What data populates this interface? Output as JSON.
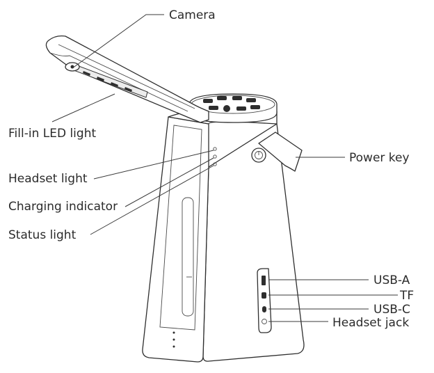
{
  "labels": {
    "camera": "Camera",
    "fill_in_led_light": "Fill-in LED light",
    "headset_light": "Headset light",
    "charging_indicator": "Charging indicator",
    "status_light": "Status light",
    "power_key": "Power key",
    "usb_a": "USB-A",
    "tf": "TF",
    "usb_c": "USB-C",
    "headset_jack": "Headset jack"
  }
}
